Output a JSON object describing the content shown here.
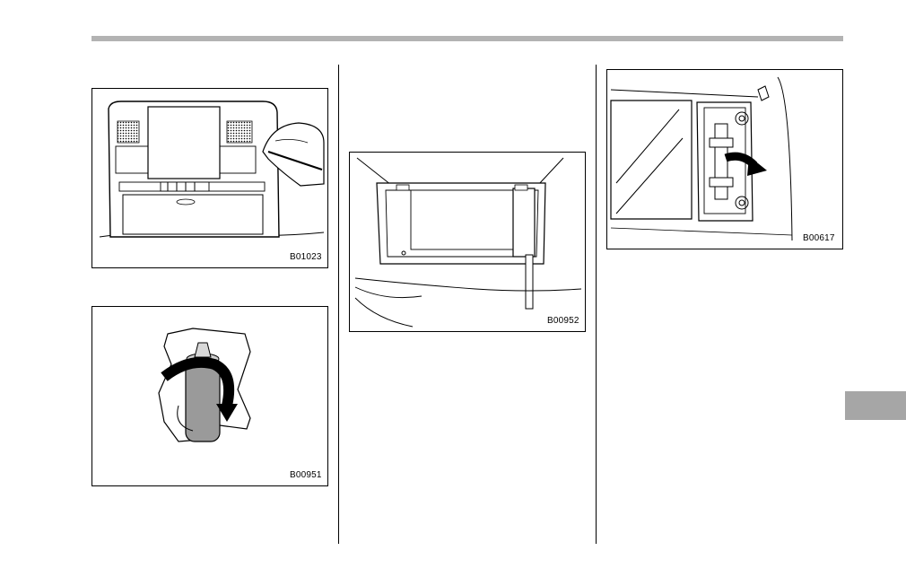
{
  "figures": [
    {
      "code": "B01023",
      "subject": "overhead-console-lens-removal"
    },
    {
      "code": "B00951",
      "subject": "bulb-socket-twist"
    },
    {
      "code": "B00952",
      "subject": "vanity-mirror-lens-pry"
    },
    {
      "code": "B00617",
      "subject": "vanity-mirror-bulb-removal"
    }
  ],
  "colors": {
    "rule": "#b3b3b3",
    "tab": "#a6a6a6",
    "ink": "#000000"
  }
}
